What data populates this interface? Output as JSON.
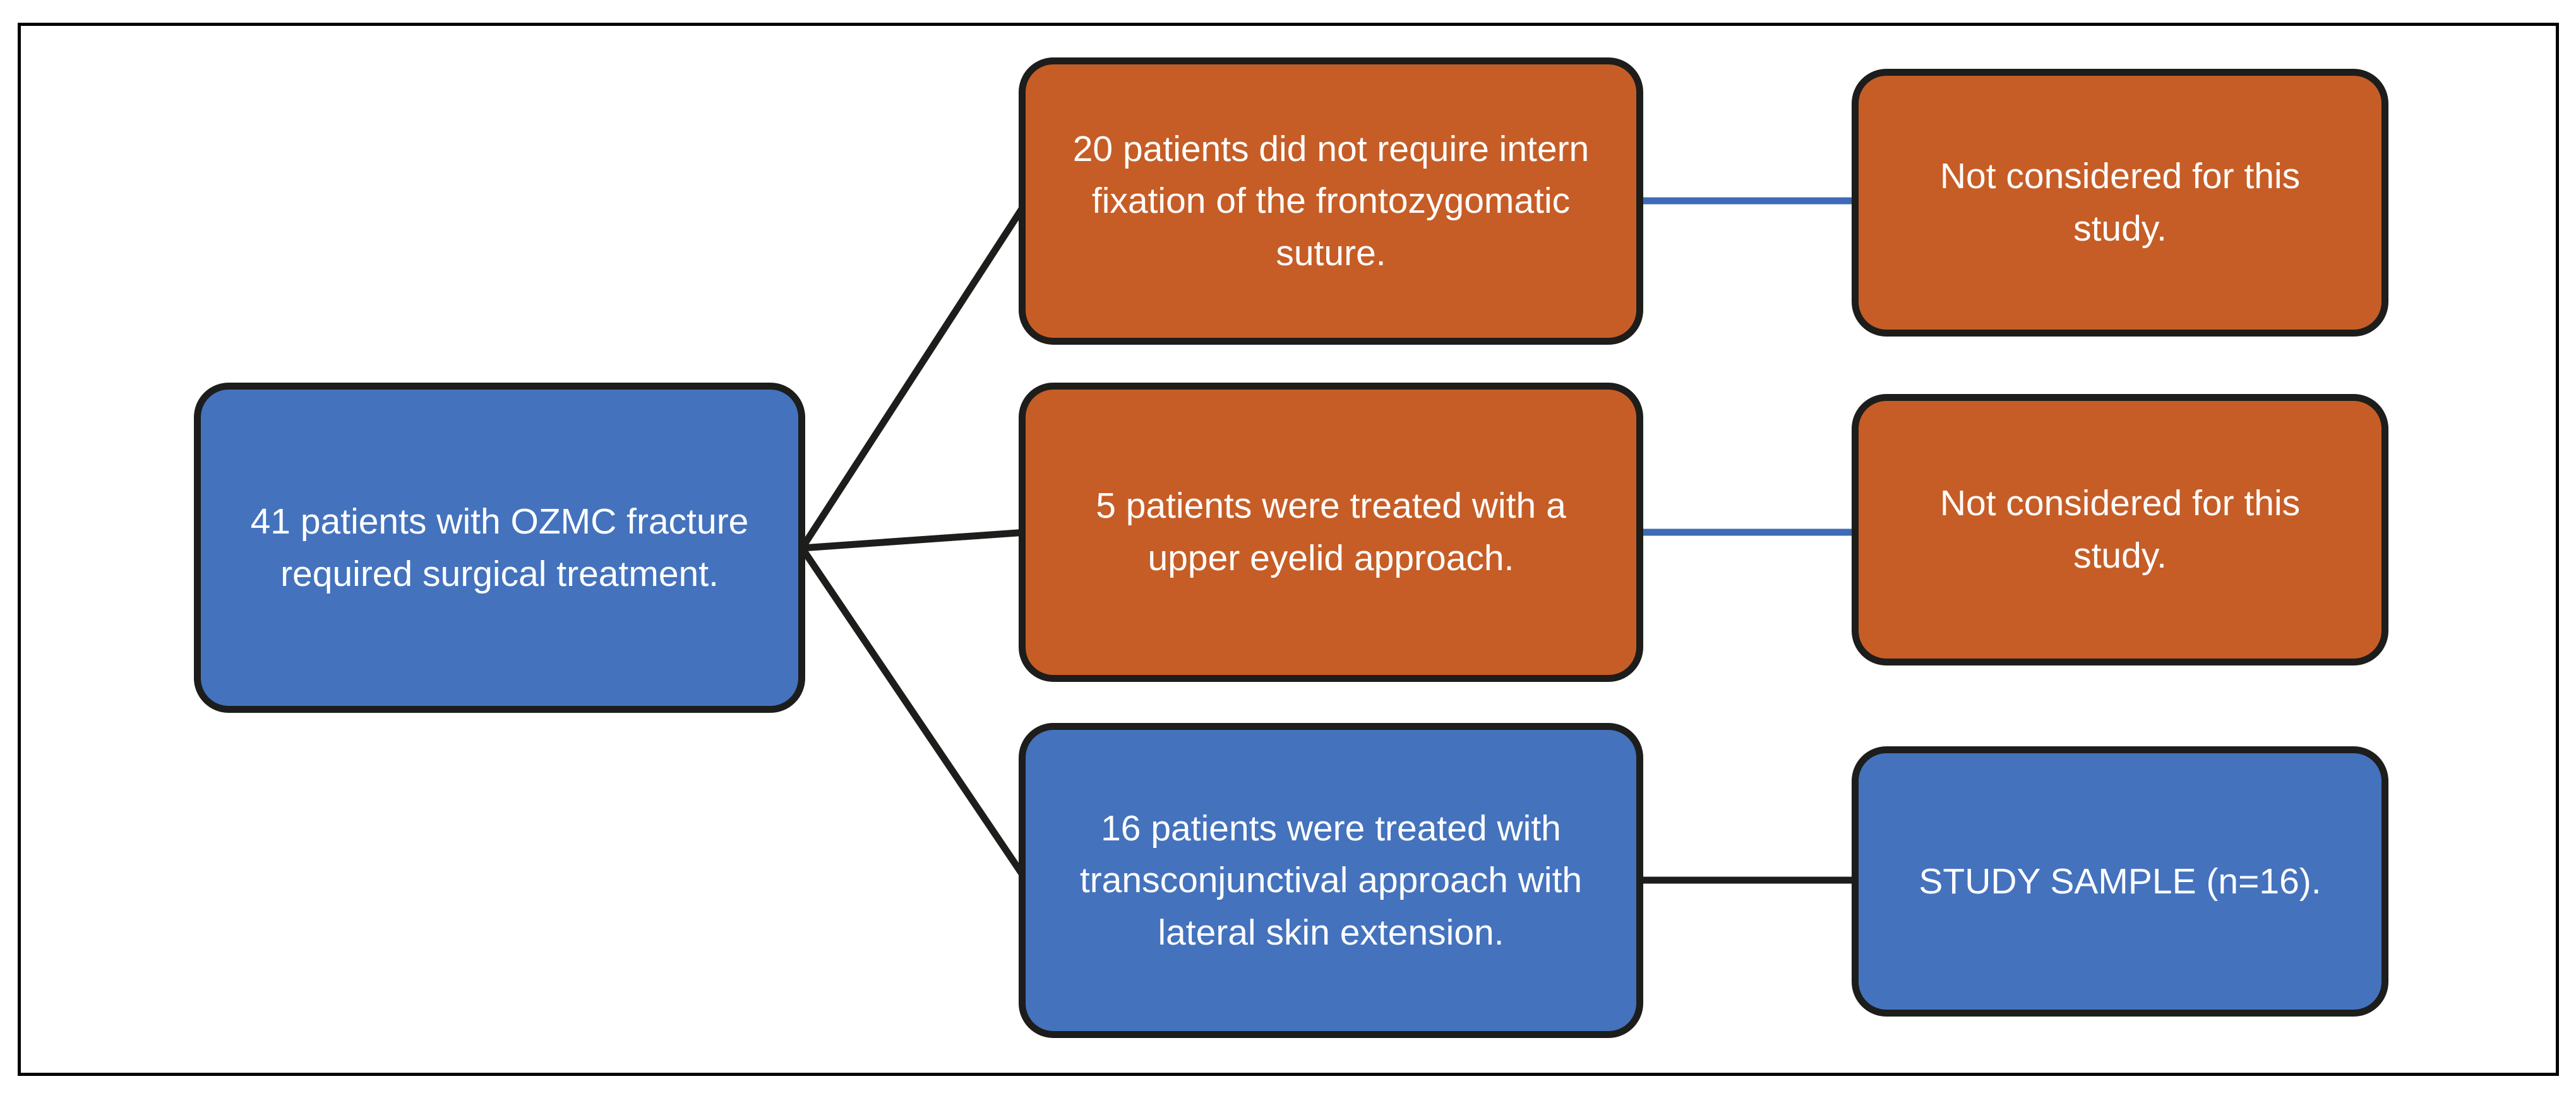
{
  "figure": {
    "type": "flowchart",
    "palette": {
      "blue_box": "#4472bd",
      "orange_box": "#c65d26",
      "box_border": "#1d1d1b",
      "black_connector": "#1d1d1b",
      "blue_connector": "#3e6bb7",
      "frame_border": "#000000",
      "background": "#ffffff",
      "text_color": "#ffffff"
    },
    "root": {
      "text": "41 patients with OZMC fracture\nrequired surgical treatment.",
      "color": "blue"
    },
    "branches": [
      {
        "text": "20 patients did not require intern\nfixation of the frontozygomatic\nsuture.",
        "color": "orange",
        "connector_to_outcome": "blue",
        "outcome": {
          "text": "Not considered for this\nstudy.",
          "color": "orange"
        }
      },
      {
        "text": "5 patients were treated with a\nupper eyelid approach.",
        "color": "orange",
        "connector_to_outcome": "blue",
        "outcome": {
          "text": "Not considered for this\nstudy.",
          "color": "orange"
        }
      },
      {
        "text": "16 patients were treated with\ntransconjunctival approach with\nlateral skin extension.",
        "color": "blue",
        "connector_to_outcome": "black",
        "outcome": {
          "text": "STUDY SAMPLE (n=16).",
          "color": "blue"
        }
      }
    ]
  }
}
